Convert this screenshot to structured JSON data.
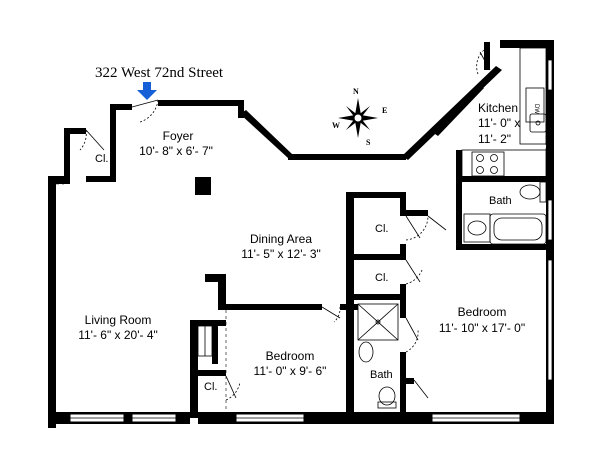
{
  "address": "322 West 72nd Street",
  "compass": {
    "n": "N",
    "e": "E",
    "s": "S",
    "w": "W"
  },
  "rooms": {
    "foyer": {
      "name": "Foyer",
      "dims": "10'- 8\" x 6'- 7\""
    },
    "kitchen": {
      "name": "Kitchen",
      "dims_line1": "11'- 0\" x",
      "dims_line2": "11'- 2\""
    },
    "dining": {
      "name": "Dining Area",
      "dims": "11'- 5\" x 12'- 3\""
    },
    "living": {
      "name": "Living Room",
      "dims": "11'- 6\" x 20'- 4\""
    },
    "bedroom_small": {
      "name": "Bedroom",
      "dims": "11'- 0\" x 9'- 6\""
    },
    "bedroom_large": {
      "name": "Bedroom",
      "dims": "11'- 10\" x 17'- 0\""
    }
  },
  "closet_label": "Cl.",
  "bath_label": "Bath",
  "appliance_label": "DW",
  "colors": {
    "wall": "#000000",
    "entry_arrow": "#1560d6",
    "background": "#ffffff"
  },
  "icons": [
    "entry-arrow-icon",
    "compass-rose-icon",
    "stove-icon",
    "sink-icon",
    "toilet-icon",
    "bathtub-icon",
    "shower-icon"
  ]
}
